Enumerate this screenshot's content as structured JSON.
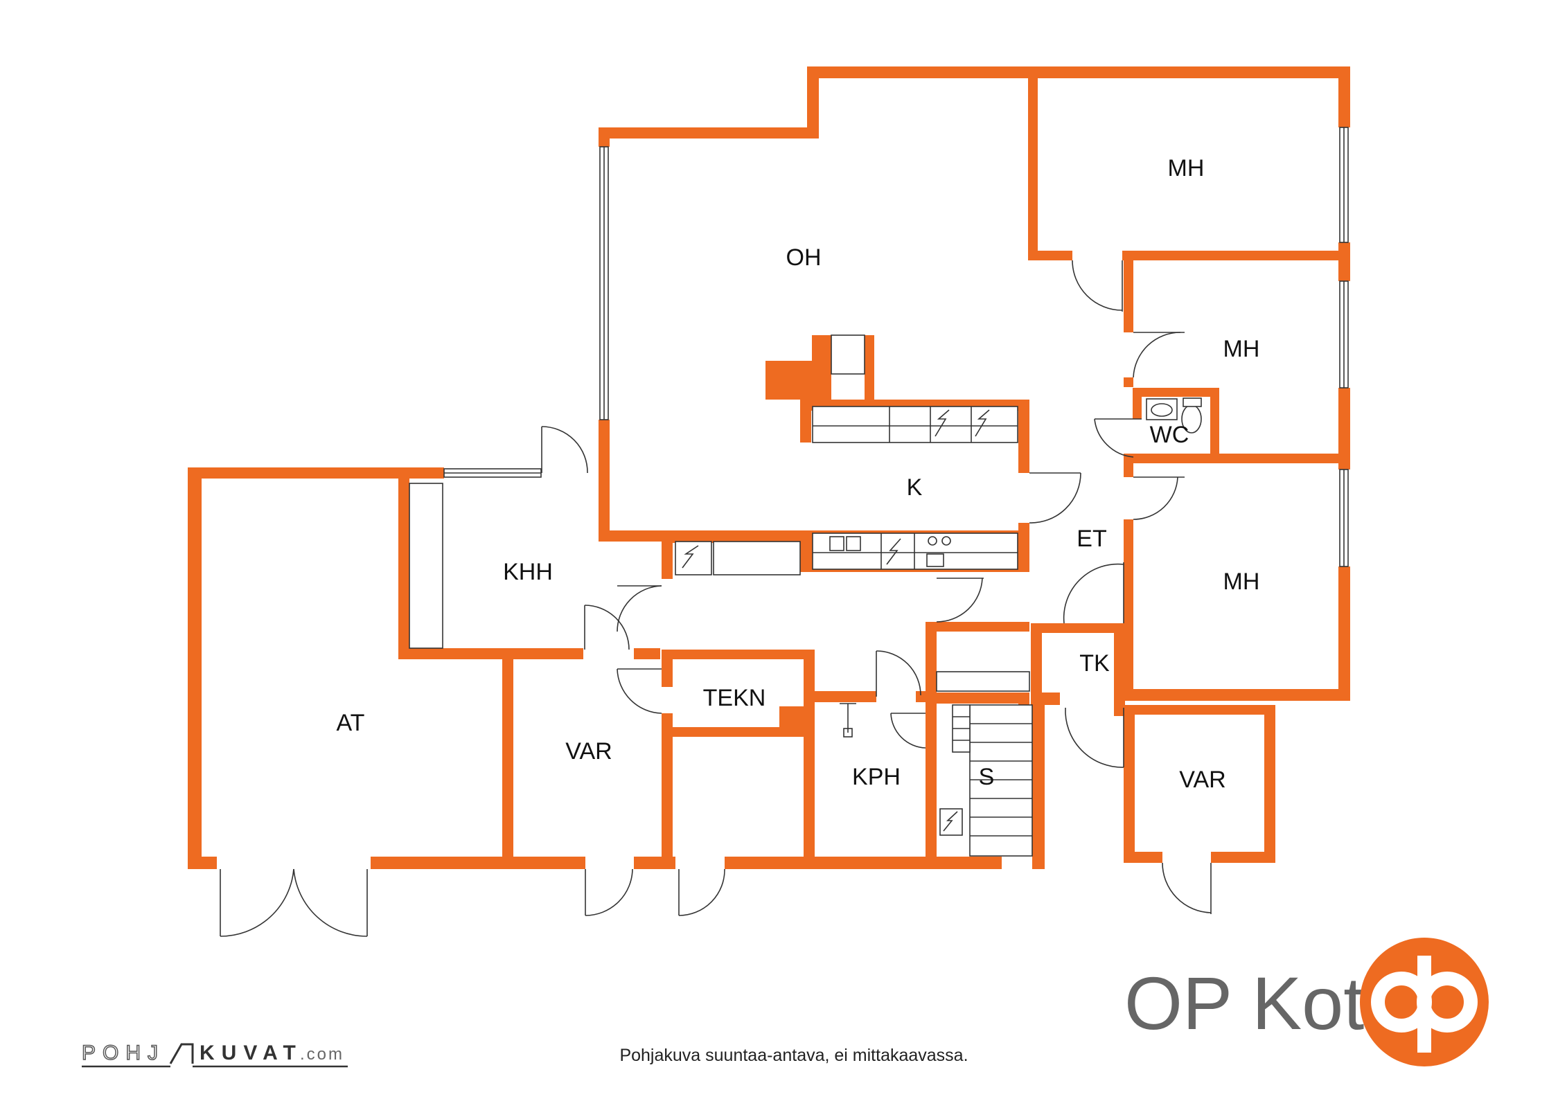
{
  "rooms": {
    "oh": "OH",
    "mh_top": "MH",
    "mh_mid": "MH",
    "mh_low": "MH",
    "wc": "WC",
    "k": "K",
    "et": "ET",
    "khh": "KHH",
    "at": "AT",
    "var_left": "VAR",
    "tekn": "TEKN",
    "kph": "KPH",
    "s": "S",
    "tk": "TK",
    "var_right": "VAR"
  },
  "brand": {
    "name": "OP Koti",
    "logo_color": "#ee6b21"
  },
  "disclaimer": "Pohjakuva suuntaa-antava, ei mittakaavassa.",
  "pohjakuvat": {
    "part1": "POHJ",
    "part2": "KUVAT",
    "suffix": ".com"
  },
  "colors": {
    "wall": "#ee6b21",
    "line": "#333333",
    "text": "#111111"
  }
}
